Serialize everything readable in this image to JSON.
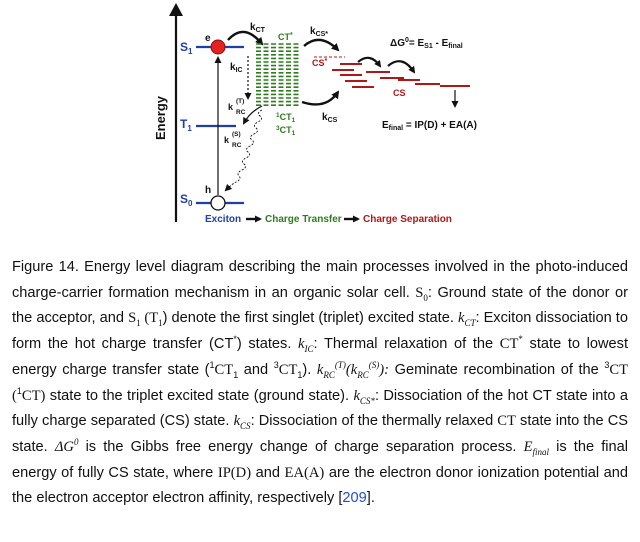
{
  "diagram": {
    "y_axis_label": "Energy",
    "levels": {
      "s1": {
        "main": "S",
        "sub": "1"
      },
      "t1": {
        "main": "T",
        "sub": "1"
      },
      "s0": {
        "main": "S",
        "sub": "0"
      }
    },
    "electron": "e",
    "hole": "h",
    "ct_hot": {
      "main": "CT",
      "sup": "*"
    },
    "cs_hot": {
      "main": "CS",
      "sup": "*"
    },
    "ct1_singlet": {
      "sup": "1",
      "main": "CT",
      "sub": "1"
    },
    "ct1_triplet": {
      "sup": "3",
      "main": "CT",
      "sub": "1"
    },
    "cs_label": "CS",
    "rates": {
      "k_ct": {
        "main": "k",
        "sub": "CT"
      },
      "k_ic": {
        "main": "k",
        "sub": "IC"
      },
      "k_rc_t": {
        "main": "k",
        "sup": "(T)",
        "sub": "RC"
      },
      "k_rc_s": {
        "main": "k",
        "sup": "(S)",
        "sub": "RC"
      },
      "k_cs_hot": {
        "main": "k",
        "sub": "CS*"
      },
      "k_cs": {
        "main": "k",
        "sub": "CS"
      }
    },
    "delta_g": {
      "pre": "ΔG",
      "sup": "0",
      "mid": "= E",
      "sub1": "S1",
      "mid2": " - E",
      "sub2": "final"
    },
    "e_final": {
      "pre": "E",
      "sub": "final",
      "post": " = IP(D) + EA(A)"
    },
    "stages": [
      "Exciton",
      "Charge Transfer",
      "Charge Separation"
    ],
    "colors": {
      "singlet_blue": "#1f3fa8",
      "ct_green": "#2e7d1e",
      "cs_red": "#b01818",
      "electron_red": "#e52222"
    }
  },
  "caption": {
    "p1": "Figure 14. Energy level diagram describing the main processes involved in the photo-induced charge-carrier formation mechanism in an organic solar cell. ",
    "s0": "S",
    "s0_sub": "0",
    "p2": ": Ground state of the donor or the acceptor, and ",
    "s1": "S",
    "s1_sub": "1",
    "t1": " (T",
    "t1_sub": "1",
    "p3": ") denote the first singlet (triplet) excited state. ",
    "kct": "k",
    "kct_sub": "CT",
    "p4": ": Exciton dissociation to form the hot charge transfer (CT",
    "p4_sup": "*",
    "p5": ") states. ",
    "kic": "k",
    "kic_sub": "IC",
    "p6": ": Thermal relaxation of the ",
    "ct": "CT",
    "ct_sup": "*",
    "p7": " state to lowest energy charge transfer state (",
    "ct1a_sup": "1",
    "ct1a": "CT",
    "ct1a_sub": "1",
    "p8": " and ",
    "ct1b_sup": "3",
    "ct1b": "CT",
    "ct1b_sub": "1",
    "p9": "). ",
    "krc": "k",
    "krc_sub": "RC",
    "krc_sup": "(T)",
    "krc2_open": "(",
    "krc2": "k",
    "krc2_sub": "RC",
    "krc2_sup": "(S)",
    "krc2_close": "):",
    "p10": " Geminate recombination of the ",
    "ct3_sup": "3",
    "ct3": "CT (",
    "ct1c_sup": "1",
    "ct1c": "CT)",
    "p11": " state to the triplet excited state (ground state). ",
    "kcsh": "k",
    "kcsh_sub": "CS*",
    "p12": ": Dissociation of the hot CT state into a fully charge separated (CS) state. ",
    "kcs": "k",
    "kcs_sub": "CS",
    "p13": ": Dissociation of the thermally relaxed ",
    "ct_relax": "CT",
    "p14": " state into the CS state. ",
    "dg": "ΔG",
    "dg_sup": "0",
    "p15": " is the Gibbs free energy change of charge separation process. ",
    "ef": "E",
    "ef_sub": "final",
    "p16": " is the final energy of fully CS state, where ",
    "ipd": "IP(D)",
    "p17": " and ",
    "eaa": "EA(A)",
    "p18": " are the electron donor ionization potential and the electron acceptor electron affinity, respectively [",
    "ref": "209",
    "p19": "]."
  }
}
